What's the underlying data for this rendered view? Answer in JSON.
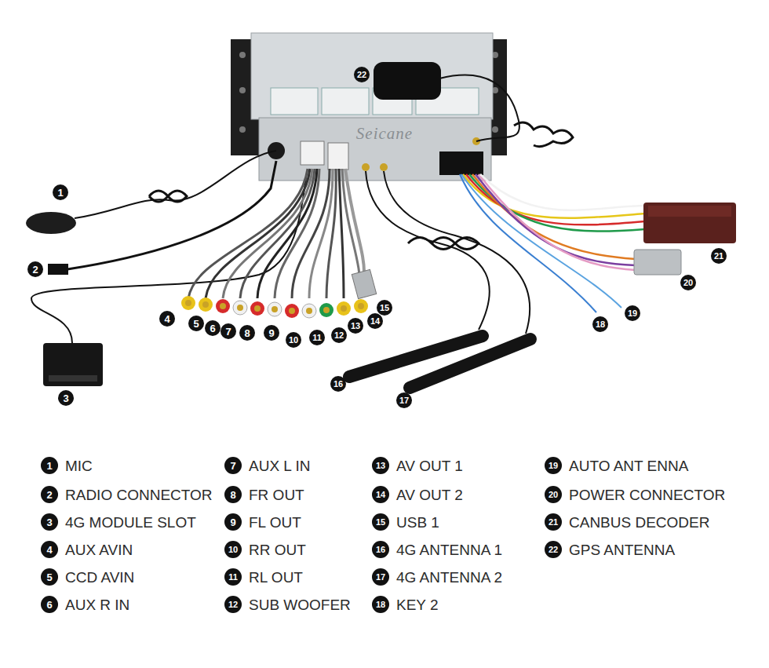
{
  "diagram": {
    "labels": [
      "1",
      "2",
      "3",
      "4",
      "5",
      "6",
      "7",
      "8",
      "9",
      "10",
      "11",
      "12",
      "13",
      "14",
      "15",
      "16",
      "17",
      "18",
      "19",
      "20",
      "21",
      "22",
      "Seicane",
      "1",
      "MIC",
      "2",
      "RADIO CONNECTOR",
      "3",
      "4G MODULE SLOT",
      "4",
      "AUX AVIN",
      "5",
      "CCD AVIN",
      "6",
      "AUX R IN",
      "7",
      "AUX L IN",
      "8",
      "FR OUT",
      "9",
      "FL OUT",
      "10",
      "RR OUT",
      "11",
      "RL OUT",
      "12",
      "SUB WOOFER",
      "13",
      "AV OUT 1",
      "14",
      "AV OUT 2",
      "15",
      "USB 1",
      "16",
      "4G ANTENNA 1",
      "17",
      "4G ANTENNA 2",
      "18",
      "KEY 2",
      "19",
      "AUTO ANT ENNA",
      "20",
      "POWER CONNECTOR",
      "21",
      "CANBUS DECODER",
      "22",
      "GPS ANTENNA"
    ]
  }
}
